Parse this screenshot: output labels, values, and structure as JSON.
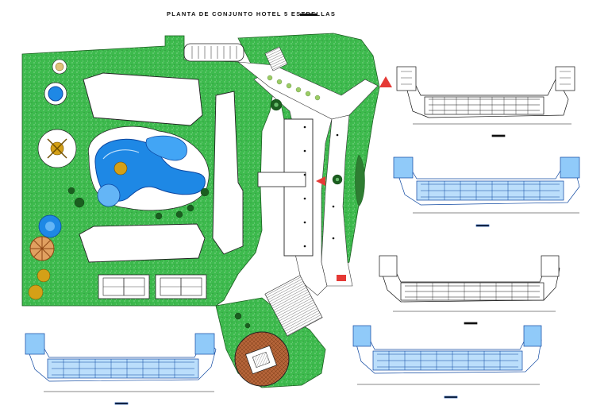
{
  "drawing": {
    "title": "PLANTA DE CONJUNTO HOTEL 5 ESTRELLAS",
    "colors": {
      "grass": "#39b54a",
      "grass_dark": "#1f7a2c",
      "pool": "#1e88e5",
      "pool_light": "#64b5f6",
      "building_outline": "#222222",
      "plan_blue": "#1565c0",
      "plaza": "#a0522d",
      "sand": "#d4a017",
      "marker_red": "#e53935",
      "background": "#ffffff"
    },
    "floor_plans": [
      {
        "id": "plan-top-right",
        "style": "black"
      },
      {
        "id": "plan-mid-right",
        "style": "blue"
      },
      {
        "id": "plan-lower-right",
        "style": "black"
      },
      {
        "id": "plan-bottom-right",
        "style": "blue"
      },
      {
        "id": "plan-bottom-left",
        "style": "blue"
      }
    ],
    "icons": [
      "north-arrow-icon",
      "tree-icon",
      "tennis-court-icon",
      "pool-icon",
      "palapa-icon"
    ]
  }
}
